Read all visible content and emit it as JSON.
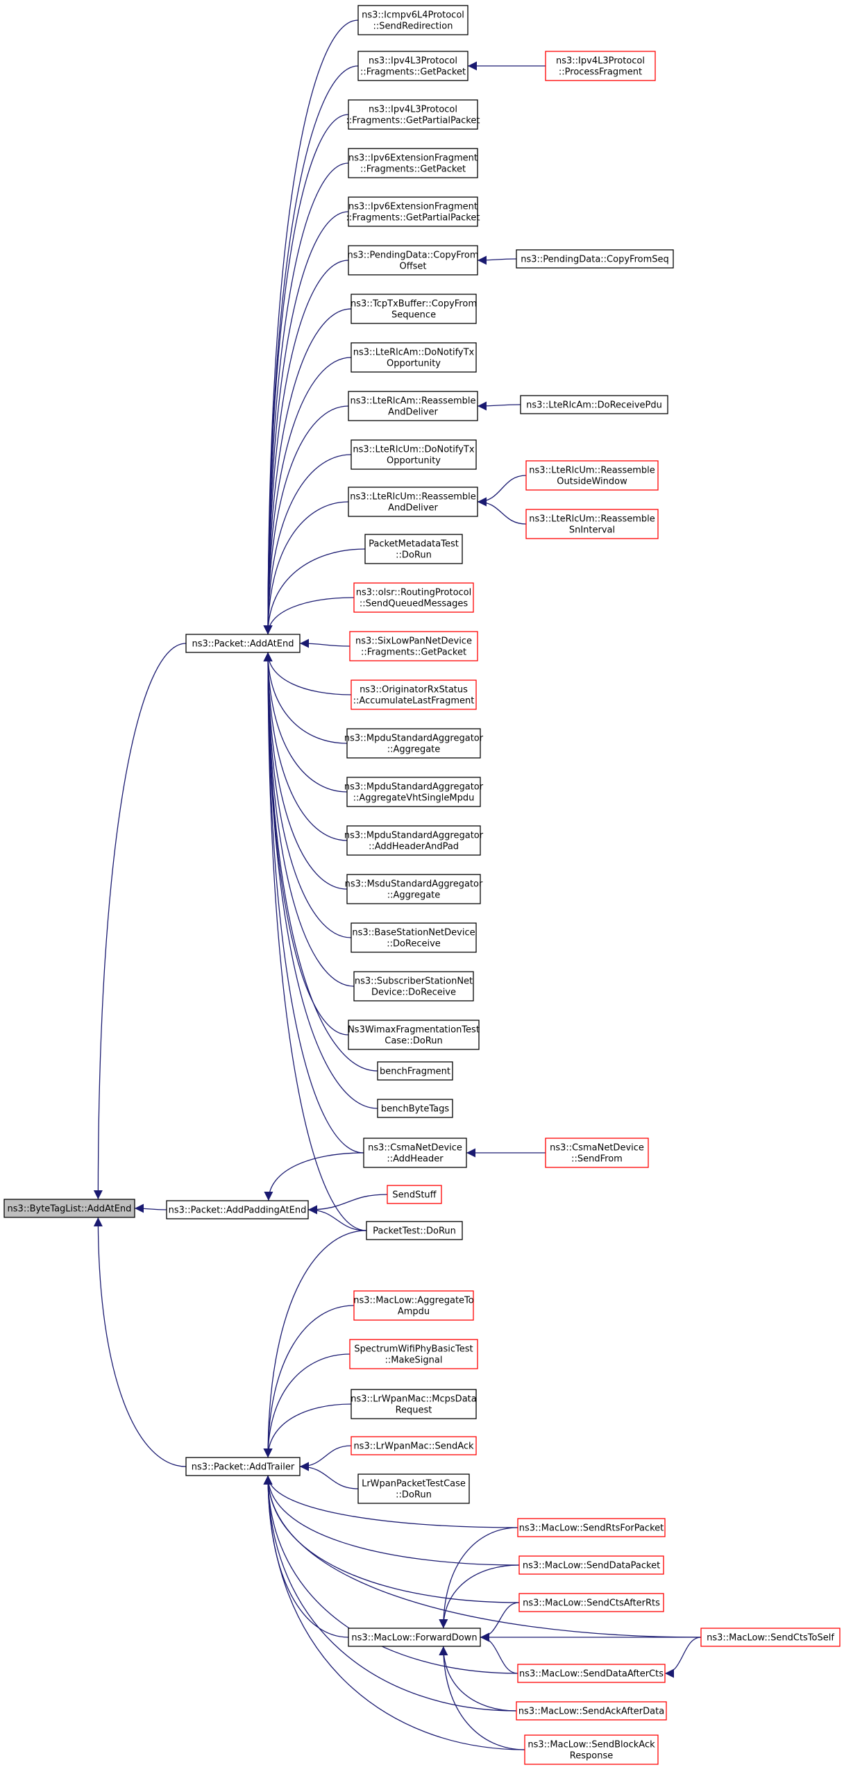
{
  "colors": {
    "edge": "#191970",
    "border": "#000000",
    "highlight_border": "#ff0000",
    "root_fill": "#bfbfbf"
  },
  "nodes": {
    "bytetag_addatend": {
      "lines": [
        "ns3::ByteTagList::AddAtEnd"
      ],
      "root": true
    },
    "packet_addatend": {
      "lines": [
        "ns3::Packet::AddAtEnd"
      ]
    },
    "packet_addpaddingatend": {
      "lines": [
        "ns3::Packet::AddPaddingAtEnd"
      ]
    },
    "packet_addtrailer": {
      "lines": [
        "ns3::Packet::AddTrailer"
      ]
    },
    "icmpv6_sendredirection": {
      "lines": [
        "ns3::Icmpv6L4Protocol",
        "::SendRedirection"
      ]
    },
    "ipv4l3_fragments_getpacket": {
      "lines": [
        "ns3::Ipv4L3Protocol",
        "::Fragments::GetPacket"
      ]
    },
    "ipv4l3_processfragment": {
      "lines": [
        "ns3::Ipv4L3Protocol",
        "::ProcessFragment"
      ],
      "red": true
    },
    "ipv4l3_fragments_getpartialpacket": {
      "lines": [
        "ns3::Ipv4L3Protocol",
        "::Fragments::GetPartialPacket"
      ]
    },
    "ipv6ext_fragments_getpacket": {
      "lines": [
        "ns3::Ipv6ExtensionFragment",
        "::Fragments::GetPacket"
      ]
    },
    "ipv6ext_fragments_getpartialpacket": {
      "lines": [
        "ns3::Ipv6ExtensionFragment",
        "::Fragments::GetPartialPacket"
      ]
    },
    "pendingdata_copyfromoffset": {
      "lines": [
        "ns3::PendingData::CopyFrom",
        "Offset"
      ]
    },
    "pendingdata_copyfromseq": {
      "lines": [
        "ns3::PendingData::CopyFromSeq"
      ]
    },
    "tcptxbuffer_copyfromsequence": {
      "lines": [
        "ns3::TcpTxBuffer::CopyFrom",
        "Sequence"
      ]
    },
    "lterlcam_donotifytxopportunity": {
      "lines": [
        "ns3::LteRlcAm::DoNotifyTx",
        "Opportunity"
      ]
    },
    "lterlcam_reassembleanddeliver": {
      "lines": [
        "ns3::LteRlcAm::Reassemble",
        "AndDeliver"
      ]
    },
    "lterlcam_doreceivepdu": {
      "lines": [
        "ns3::LteRlcAm::DoReceivePdu"
      ]
    },
    "lterlcum_donotifytxopportunity": {
      "lines": [
        "ns3::LteRlcUm::DoNotifyTx",
        "Opportunity"
      ]
    },
    "lterlcum_reassembleanddeliver": {
      "lines": [
        "ns3::LteRlcUm::Reassemble",
        "AndDeliver"
      ]
    },
    "lterlcum_reassembleoutsidewindow": {
      "lines": [
        "ns3::LteRlcUm::Reassemble",
        "OutsideWindow"
      ],
      "red": true
    },
    "lterlcum_reassemblesninterval": {
      "lines": [
        "ns3::LteRlcUm::Reassemble",
        "SnInterval"
      ],
      "red": true
    },
    "packetmetadatatest_dorun": {
      "lines": [
        "PacketMetadataTest",
        "::DoRun"
      ]
    },
    "olsr_sendqueuedmessages": {
      "lines": [
        "ns3::olsr::RoutingProtocol",
        "::SendQueuedMessages"
      ],
      "red": true
    },
    "sixlowpan_fragments_getpacket": {
      "lines": [
        "ns3::SixLowPanNetDevice",
        "::Fragments::GetPacket"
      ],
      "red": true
    },
    "originatorrxstatus_accumulatelastfragment": {
      "lines": [
        "ns3::OriginatorRxStatus",
        "::AccumulateLastFragment"
      ],
      "red": true
    },
    "mpdustandardaggregator_aggregate": {
      "lines": [
        "ns3::MpduStandardAggregator",
        "::Aggregate"
      ]
    },
    "mpdustandardaggregator_aggregatevhtsinglempdu": {
      "lines": [
        "ns3::MpduStandardAggregator",
        "::AggregateVhtSingleMpdu"
      ]
    },
    "mpdustandardaggregator_addheaderandpad": {
      "lines": [
        "ns3::MpduStandardAggregator",
        "::AddHeaderAndPad"
      ]
    },
    "msdustandardaggregator_aggregate": {
      "lines": [
        "ns3::MsduStandardAggregator",
        "::Aggregate"
      ]
    },
    "basestationnetdevice_doreceive": {
      "lines": [
        "ns3::BaseStationNetDevice",
        "::DoReceive"
      ]
    },
    "subscriberstationnetdevice_doreceive": {
      "lines": [
        "ns3::SubscriberStationNet",
        "Device::DoReceive"
      ]
    },
    "ns3wimaxfragmentationtestcase_dorun": {
      "lines": [
        "Ns3WimaxFragmentationTest",
        "Case::DoRun"
      ]
    },
    "benchfragment": {
      "lines": [
        "benchFragment"
      ]
    },
    "benchbytetags": {
      "lines": [
        "benchByteTags"
      ]
    },
    "csmanetdevice_addheader": {
      "lines": [
        "ns3::CsmaNetDevice",
        "::AddHeader"
      ]
    },
    "csmanetdevice_sendfrom": {
      "lines": [
        "ns3::CsmaNetDevice",
        "::SendFrom"
      ],
      "red": true
    },
    "sendstuff": {
      "lines": [
        "SendStuff"
      ],
      "red": true
    },
    "packettest_dorun": {
      "lines": [
        "PacketTest::DoRun"
      ]
    },
    "maclow_aggregatetoampdu": {
      "lines": [
        "ns3::MacLow::AggregateTo",
        "Ampdu"
      ],
      "red": true
    },
    "spectrumwifiphybasictest_makesignal": {
      "lines": [
        "SpectrumWifiPhyBasicTest",
        "::MakeSignal"
      ],
      "red": true
    },
    "lrwpanmac_mcpsdatarequest": {
      "lines": [
        "ns3::LrWpanMac::McpsData",
        "Request"
      ]
    },
    "lrwpanmac_sendack": {
      "lines": [
        "ns3::LrWpanMac::SendAck"
      ],
      "red": true
    },
    "lrwpanpackettestcase_dorun": {
      "lines": [
        "LrWpanPacketTestCase",
        "::DoRun"
      ]
    },
    "maclow_forwarddown": {
      "lines": [
        "ns3::MacLow::ForwardDown"
      ]
    },
    "maclow_sendrtsforpacket": {
      "lines": [
        "ns3::MacLow::SendRtsForPacket"
      ],
      "red": true
    },
    "maclow_senddatapacket": {
      "lines": [
        "ns3::MacLow::SendDataPacket"
      ],
      "red": true
    },
    "maclow_sendctsafterrts": {
      "lines": [
        "ns3::MacLow::SendCtsAfterRts"
      ],
      "red": true
    },
    "maclow_sendctstoself": {
      "lines": [
        "ns3::MacLow::SendCtsToSelf"
      ],
      "red": true
    },
    "maclow_senddataafterctss": {
      "lines": [
        "ns3::MacLow::SendDataAfterCts"
      ],
      "red": true
    },
    "maclow_sendackafterdata": {
      "lines": [
        "ns3::MacLow::SendAckAfterData"
      ],
      "red": true
    },
    "maclow_sendblockackresponse": {
      "lines": [
        "ns3::MacLow::SendBlockAck",
        "Response"
      ],
      "red": true
    }
  },
  "edges": [
    [
      "packet_addatend",
      "bytetag_addatend"
    ],
    [
      "packet_addpaddingatend",
      "bytetag_addatend"
    ],
    [
      "packet_addtrailer",
      "bytetag_addatend"
    ],
    [
      "icmpv6_sendredirection",
      "packet_addatend"
    ],
    [
      "ipv4l3_fragments_getpacket",
      "packet_addatend"
    ],
    [
      "ipv4l3_processfragment",
      "ipv4l3_fragments_getpacket"
    ],
    [
      "ipv4l3_fragments_getpartialpacket",
      "packet_addatend"
    ],
    [
      "ipv6ext_fragments_getpacket",
      "packet_addatend"
    ],
    [
      "ipv6ext_fragments_getpartialpacket",
      "packet_addatend"
    ],
    [
      "pendingdata_copyfromoffset",
      "packet_addatend"
    ],
    [
      "pendingdata_copyfromseq",
      "pendingdata_copyfromoffset"
    ],
    [
      "tcptxbuffer_copyfromsequence",
      "packet_addatend"
    ],
    [
      "lterlcam_donotifytxopportunity",
      "packet_addatend"
    ],
    [
      "lterlcam_reassembleanddeliver",
      "packet_addatend"
    ],
    [
      "lterlcam_doreceivepdu",
      "lterlcam_reassembleanddeliver"
    ],
    [
      "lterlcum_donotifytxopportunity",
      "packet_addatend"
    ],
    [
      "lterlcum_reassembleanddeliver",
      "packet_addatend"
    ],
    [
      "lterlcum_reassembleoutsidewindow",
      "lterlcum_reassembleanddeliver"
    ],
    [
      "lterlcum_reassemblesninterval",
      "lterlcum_reassembleanddeliver"
    ],
    [
      "packetmetadatatest_dorun",
      "packet_addatend"
    ],
    [
      "olsr_sendqueuedmessages",
      "packet_addatend"
    ],
    [
      "sixlowpan_fragments_getpacket",
      "packet_addatend"
    ],
    [
      "originatorrxstatus_accumulatelastfragment",
      "packet_addatend"
    ],
    [
      "mpdustandardaggregator_aggregate",
      "packet_addatend"
    ],
    [
      "mpdustandardaggregator_aggregatevhtsinglempdu",
      "packet_addatend"
    ],
    [
      "mpdustandardaggregator_addheaderandpad",
      "packet_addatend"
    ],
    [
      "msdustandardaggregator_aggregate",
      "packet_addatend"
    ],
    [
      "basestationnetdevice_doreceive",
      "packet_addatend"
    ],
    [
      "subscriberstationnetdevice_doreceive",
      "packet_addatend"
    ],
    [
      "ns3wimaxfragmentationtestcase_dorun",
      "packet_addatend"
    ],
    [
      "benchfragment",
      "packet_addatend"
    ],
    [
      "benchbytetags",
      "packet_addatend"
    ],
    [
      "csmanetdevice_addheader",
      "packet_addatend"
    ],
    [
      "packettest_dorun",
      "packet_addatend"
    ],
    [
      "csmanetdevice_sendfrom",
      "csmanetdevice_addheader"
    ],
    [
      "csmanetdevice_addheader",
      "packet_addpaddingatend"
    ],
    [
      "sendstuff",
      "packet_addpaddingatend"
    ],
    [
      "packettest_dorun",
      "packet_addpaddingatend"
    ],
    [
      "packettest_dorun",
      "packet_addtrailer"
    ],
    [
      "maclow_aggregatetoampdu",
      "packet_addtrailer"
    ],
    [
      "spectrumwifiphybasictest_makesignal",
      "packet_addtrailer"
    ],
    [
      "lrwpanmac_mcpsdatarequest",
      "packet_addtrailer"
    ],
    [
      "lrwpanmac_sendack",
      "packet_addtrailer"
    ],
    [
      "lrwpanpackettestcase_dorun",
      "packet_addtrailer"
    ],
    [
      "maclow_forwarddown",
      "packet_addtrailer"
    ],
    [
      "maclow_sendrtsforpacket",
      "packet_addtrailer"
    ],
    [
      "maclow_senddatapacket",
      "packet_addtrailer"
    ],
    [
      "maclow_sendctsafterrts",
      "packet_addtrailer"
    ],
    [
      "maclow_sendctstoself",
      "packet_addtrailer"
    ],
    [
      "maclow_senddataafterctss",
      "packet_addtrailer"
    ],
    [
      "maclow_sendackafterdata",
      "packet_addtrailer"
    ],
    [
      "maclow_sendblockackresponse",
      "packet_addtrailer"
    ],
    [
      "maclow_sendrtsforpacket",
      "maclow_forwarddown"
    ],
    [
      "maclow_senddatapacket",
      "maclow_forwarddown"
    ],
    [
      "maclow_sendctsafterrts",
      "maclow_forwarddown"
    ],
    [
      "maclow_sendctstoself",
      "maclow_forwarddown"
    ],
    [
      "maclow_senddataafterctss",
      "maclow_forwarddown"
    ],
    [
      "maclow_sendackafterdata",
      "maclow_forwarddown"
    ],
    [
      "maclow_sendblockackresponse",
      "maclow_forwarddown"
    ],
    [
      "maclow_sendctstoself",
      "maclow_senddataafterctss"
    ]
  ]
}
